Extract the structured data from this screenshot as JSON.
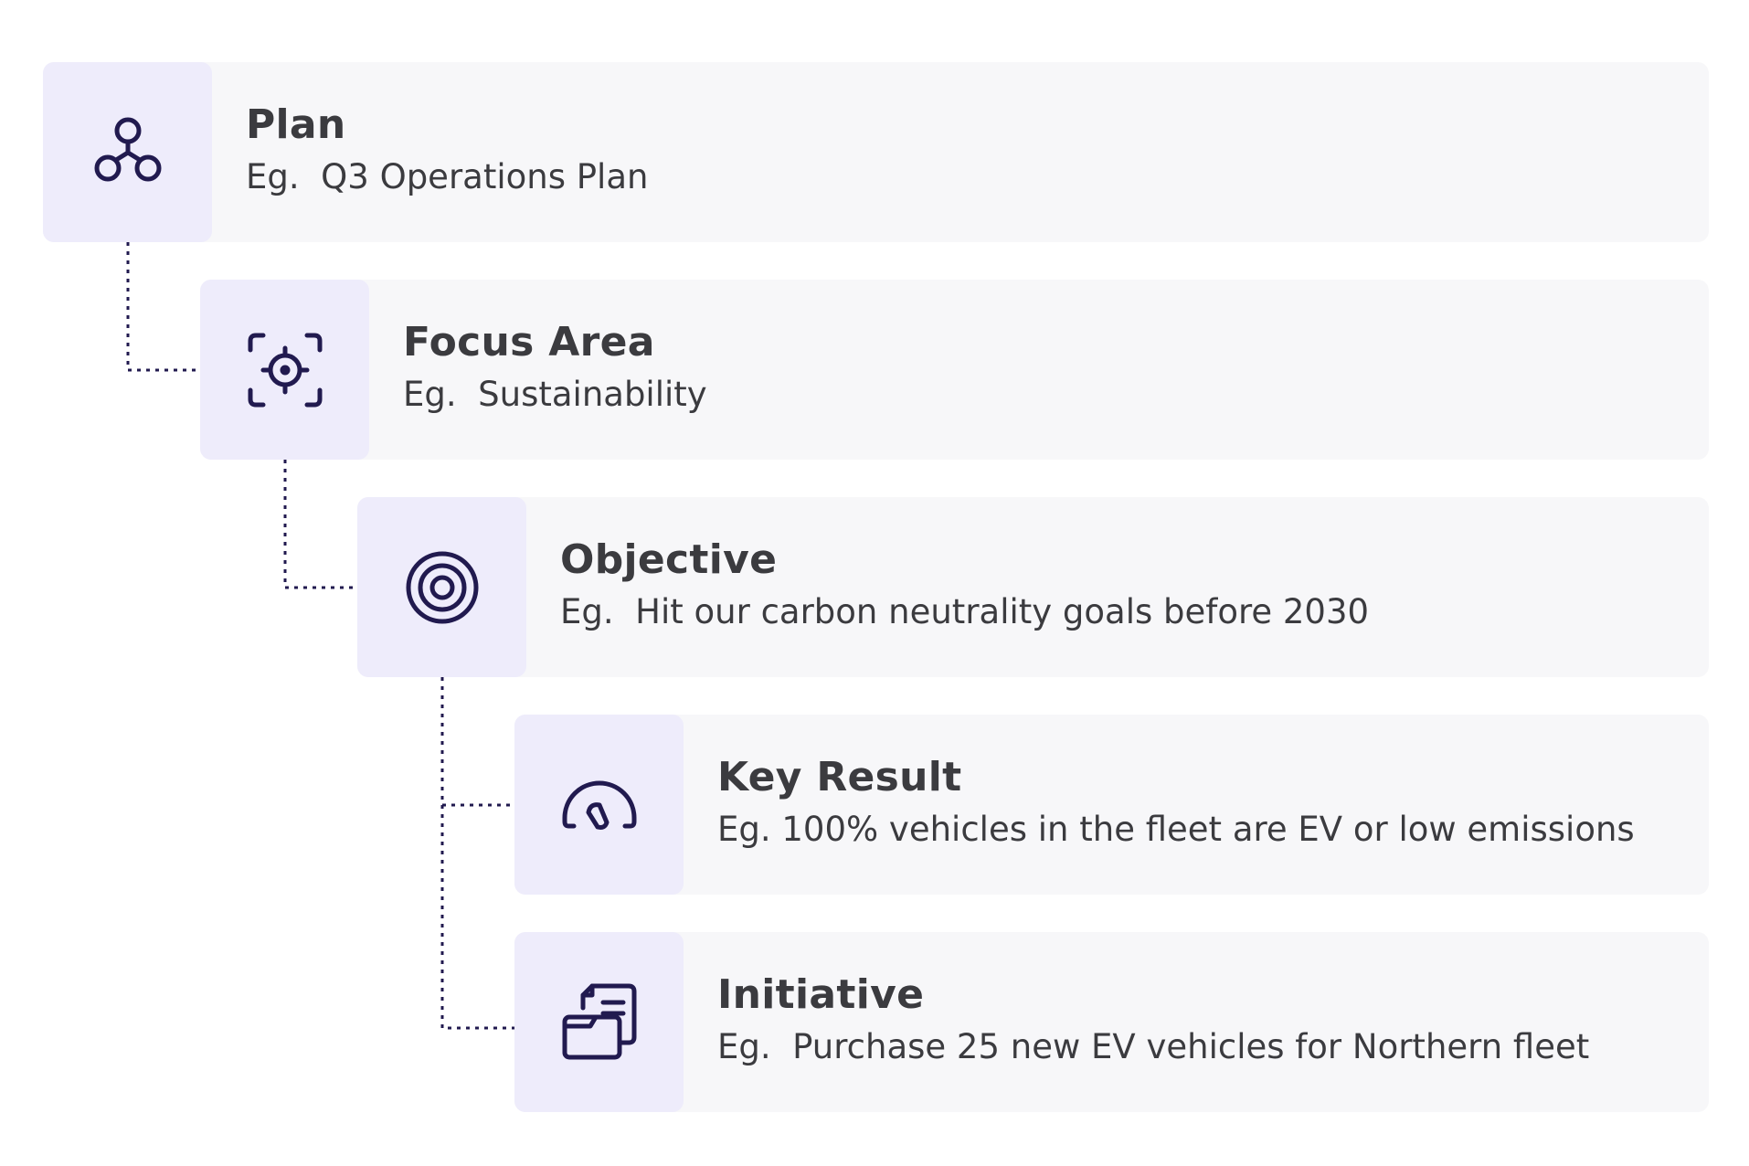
{
  "colors": {
    "icon_stroke": "#211a4f",
    "icon_box_bg": "#eeecfb",
    "row_bg": "#f7f7f9",
    "text": "#3b3b3f",
    "connector": "#211a4f"
  },
  "hierarchy": [
    {
      "icon": "network-nodes-icon",
      "title": "Plan",
      "example": "Eg.  Q3 Operations Plan"
    },
    {
      "icon": "focus-target-icon",
      "title": "Focus Area",
      "example": "Eg.  Sustainability"
    },
    {
      "icon": "bullseye-icon",
      "title": "Objective",
      "example": "Eg.  Hit our carbon neutrality goals before 2030"
    },
    {
      "icon": "gauge-icon",
      "title": "Key Result",
      "example": "Eg. 100% vehicles in the fleet are EV or low emissions"
    },
    {
      "icon": "documents-icon",
      "title": "Initiative",
      "example": "Eg.  Purchase 25 new EV vehicles for Northern fleet"
    }
  ]
}
